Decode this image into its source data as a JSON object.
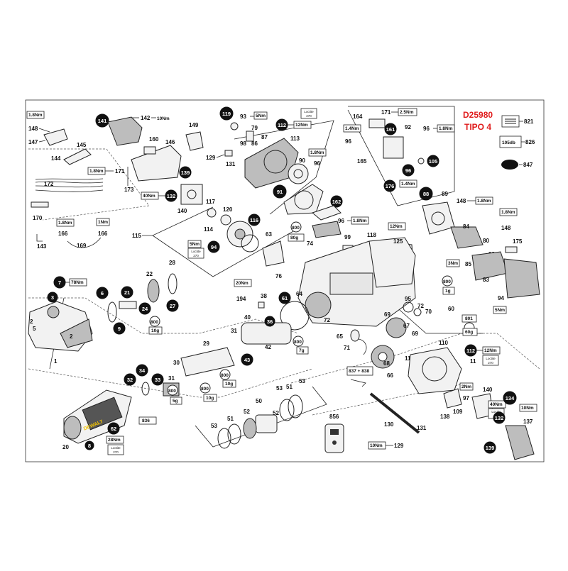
{
  "header": {
    "model": "D25980",
    "type": "TIPO 4"
  },
  "legend": {
    "item1": "821",
    "item2": "826",
    "item2_label": "105db",
    "item3": "847"
  },
  "torques": {
    "t148": "1.8Nm",
    "t142": "10Nm",
    "t171": "1.8Nm",
    "t93": "5Nm",
    "t112": "12Nm",
    "t96a": "1.8Nm",
    "t171b": "2.5Nm",
    "t96b": "1.4Nm",
    "t96c": "1.8Nm",
    "t96d": "1.4Nm",
    "t132": "40Nm",
    "t166a": "1.8Nm",
    "t166b": "1Nm",
    "t94": "5Nm",
    "t125": "12Nm",
    "t96e": "1.8Nm",
    "t148b": "1.8Nm",
    "t148c": "1.8Nm",
    "t85": "3Nm",
    "t94b": "5Nm",
    "t7": "78Nm",
    "t194": "20Nm",
    "t112b": "12Nm",
    "t97": "2Nm",
    "t132b": "40Nm",
    "t137": "10Nm",
    "t129": "10Nm",
    "t62": "28Nm"
  },
  "loctite": {
    "a": "Loctite",
    "b": "270"
  },
  "grease": {
    "g74_top": "800",
    "g74_bot": "80g",
    "g73": "800",
    "g73_bot": "1g",
    "g801": "801",
    "g801_bot": "60g",
    "g24": "800",
    "g24_bot": "10g",
    "g42": "800",
    "g42_bot": "7g",
    "g30": "800",
    "g30_bot": "10g",
    "g29": "800",
    "g29_bot": "10g",
    "g31": "800",
    "g31_bot": "5g"
  },
  "labels": {
    "l148": "148",
    "l147": "147",
    "l141": "141",
    "l142": "142",
    "l144": "144",
    "l145": "145",
    "l171": "171",
    "l172": "172",
    "l173": "173",
    "l170": "170",
    "l160": "160",
    "l146": "146",
    "l149": "149",
    "l139": "139",
    "l132": "132",
    "l140": "140",
    "l119": "119",
    "l93": "93",
    "l79": "79",
    "l98": "98",
    "l86": "86",
    "l87": "87",
    "l129": "129",
    "l131": "131",
    "l112": "112",
    "l113": "113",
    "l90": "90",
    "l96": "96",
    "l91": "91",
    "l164": "164",
    "l171b": "171",
    "l92": "92",
    "l161": "161",
    "l96b": "96",
    "l165": "165",
    "l105": "105",
    "l176": "176",
    "l96c": "96",
    "l96d": "96",
    "l162": "162",
    "l88": "88",
    "l89": "89",
    "l148b": "148",
    "l117": "117",
    "l120": "120",
    "l114": "114",
    "l116": "116",
    "l115": "115",
    "l143": "143",
    "l166": "166",
    "l169": "169",
    "l166b": "166",
    "l63": "63",
    "l94": "94",
    "l76": "76",
    "l74": "74",
    "l99": "99",
    "l118": "118",
    "l125": "125",
    "l96e": "96",
    "l84": "84",
    "l80": "80",
    "l82": "82",
    "l85": "85",
    "l83": "83",
    "l148c": "148",
    "l175": "175",
    "l81": "81",
    "l94b": "94",
    "l28": "28",
    "l22": "22",
    "l7": "7",
    "l6": "6",
    "l3": "3",
    "l2": "2",
    "l5": "5",
    "l1": "1",
    "l21": "21",
    "l24": "24",
    "l27": "27",
    "l9": "9",
    "l194": "194",
    "l38": "38",
    "l61": "61",
    "l64": "64",
    "l95": "95",
    "l72": "72",
    "l70": "70",
    "l60": "60",
    "l69": "69",
    "l67": "67",
    "l69b": "69",
    "l65": "65",
    "l71": "71",
    "l40": "40",
    "l31": "31",
    "l36": "36",
    "l42": "42",
    "l43": "43",
    "l29": "29",
    "l30": "30",
    "l34": "34",
    "l32": "32",
    "l33": "33",
    "l31b": "31",
    "l110": "110",
    "l111": "111",
    "l837": "837 + 838",
    "l68": "68",
    "l66": "66",
    "l112b": "112",
    "l11": "11",
    "l140b": "140",
    "l134": "134",
    "l109": "109",
    "l97": "97",
    "l132b": "132",
    "l137": "137",
    "l139b": "139",
    "l138": "138",
    "l130": "130",
    "l131b": "131",
    "l129b": "129",
    "l856": "856",
    "l53": "53",
    "l51": "51",
    "l52": "52",
    "l50": "50",
    "l52b": "52",
    "l51b": "51",
    "l53b": "53",
    "l20": "20",
    "l62": "62",
    "l836": "836",
    "l8": "8"
  },
  "brand": {
    "name": "DEWALT"
  }
}
